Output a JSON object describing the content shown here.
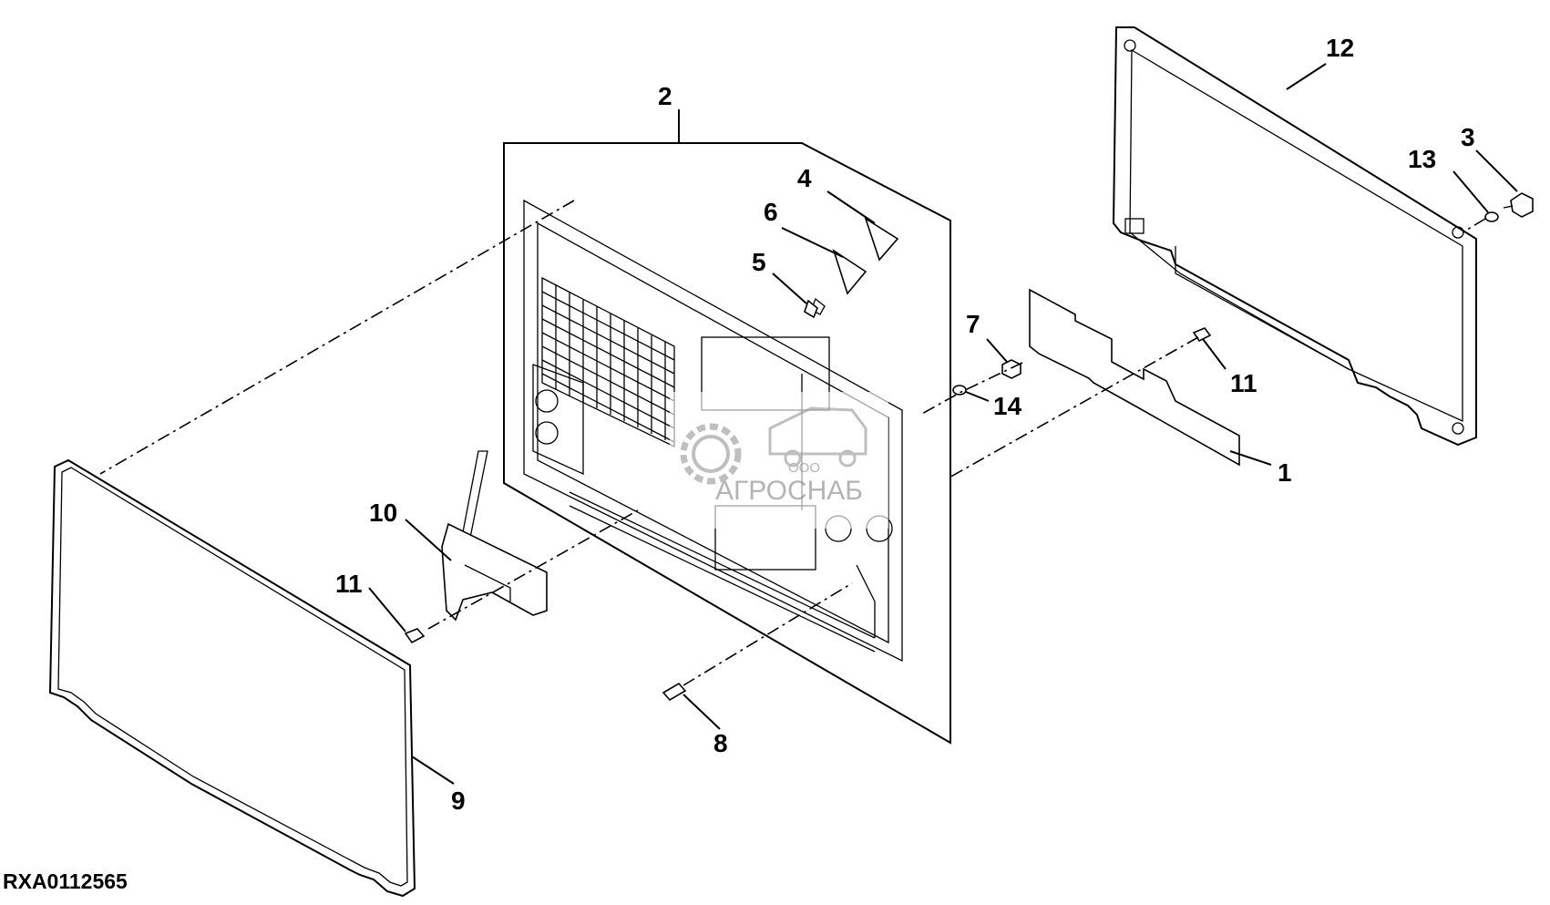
{
  "figure_id": "RXA0112565",
  "watermark": {
    "text": "АГРОСНАБ",
    "prefix": "ООО"
  },
  "callouts": [
    {
      "id": "c12",
      "label": "12"
    },
    {
      "id": "c2",
      "label": "2"
    },
    {
      "id": "c3",
      "label": "3"
    },
    {
      "id": "c13",
      "label": "13"
    },
    {
      "id": "c4",
      "label": "4"
    },
    {
      "id": "c6",
      "label": "6"
    },
    {
      "id": "c5",
      "label": "5"
    },
    {
      "id": "c7",
      "label": "7"
    },
    {
      "id": "c11a",
      "label": "11"
    },
    {
      "id": "c14",
      "label": "14"
    },
    {
      "id": "c1",
      "label": "1"
    },
    {
      "id": "c10",
      "label": "10"
    },
    {
      "id": "c11b",
      "label": "11"
    },
    {
      "id": "c8",
      "label": "8"
    },
    {
      "id": "c9",
      "label": "9"
    }
  ]
}
